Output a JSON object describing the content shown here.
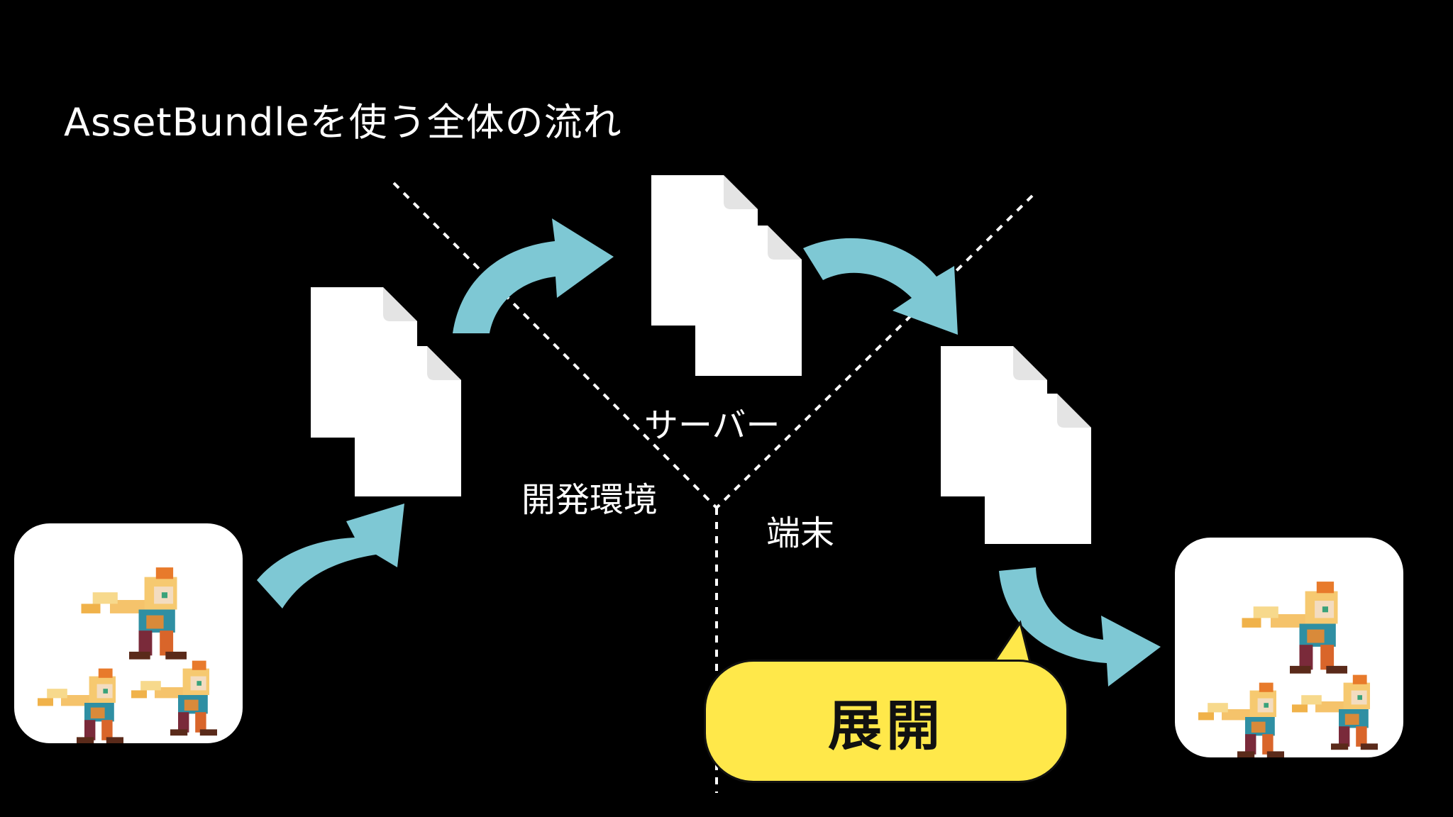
{
  "title": "AssetBundleを使う全体の流れ",
  "labels": {
    "server": "サーバー",
    "dev_env": "開発環境",
    "device": "端末"
  },
  "callout": {
    "text": "展開",
    "color": "#ffe84a"
  },
  "colors": {
    "arrow": "#7ec8d4",
    "background": "#000000",
    "document": "#ffffff",
    "divider": "#ffffff"
  },
  "icons": [
    "document-icon",
    "curved-arrow-icon",
    "character-sprite-icon"
  ]
}
